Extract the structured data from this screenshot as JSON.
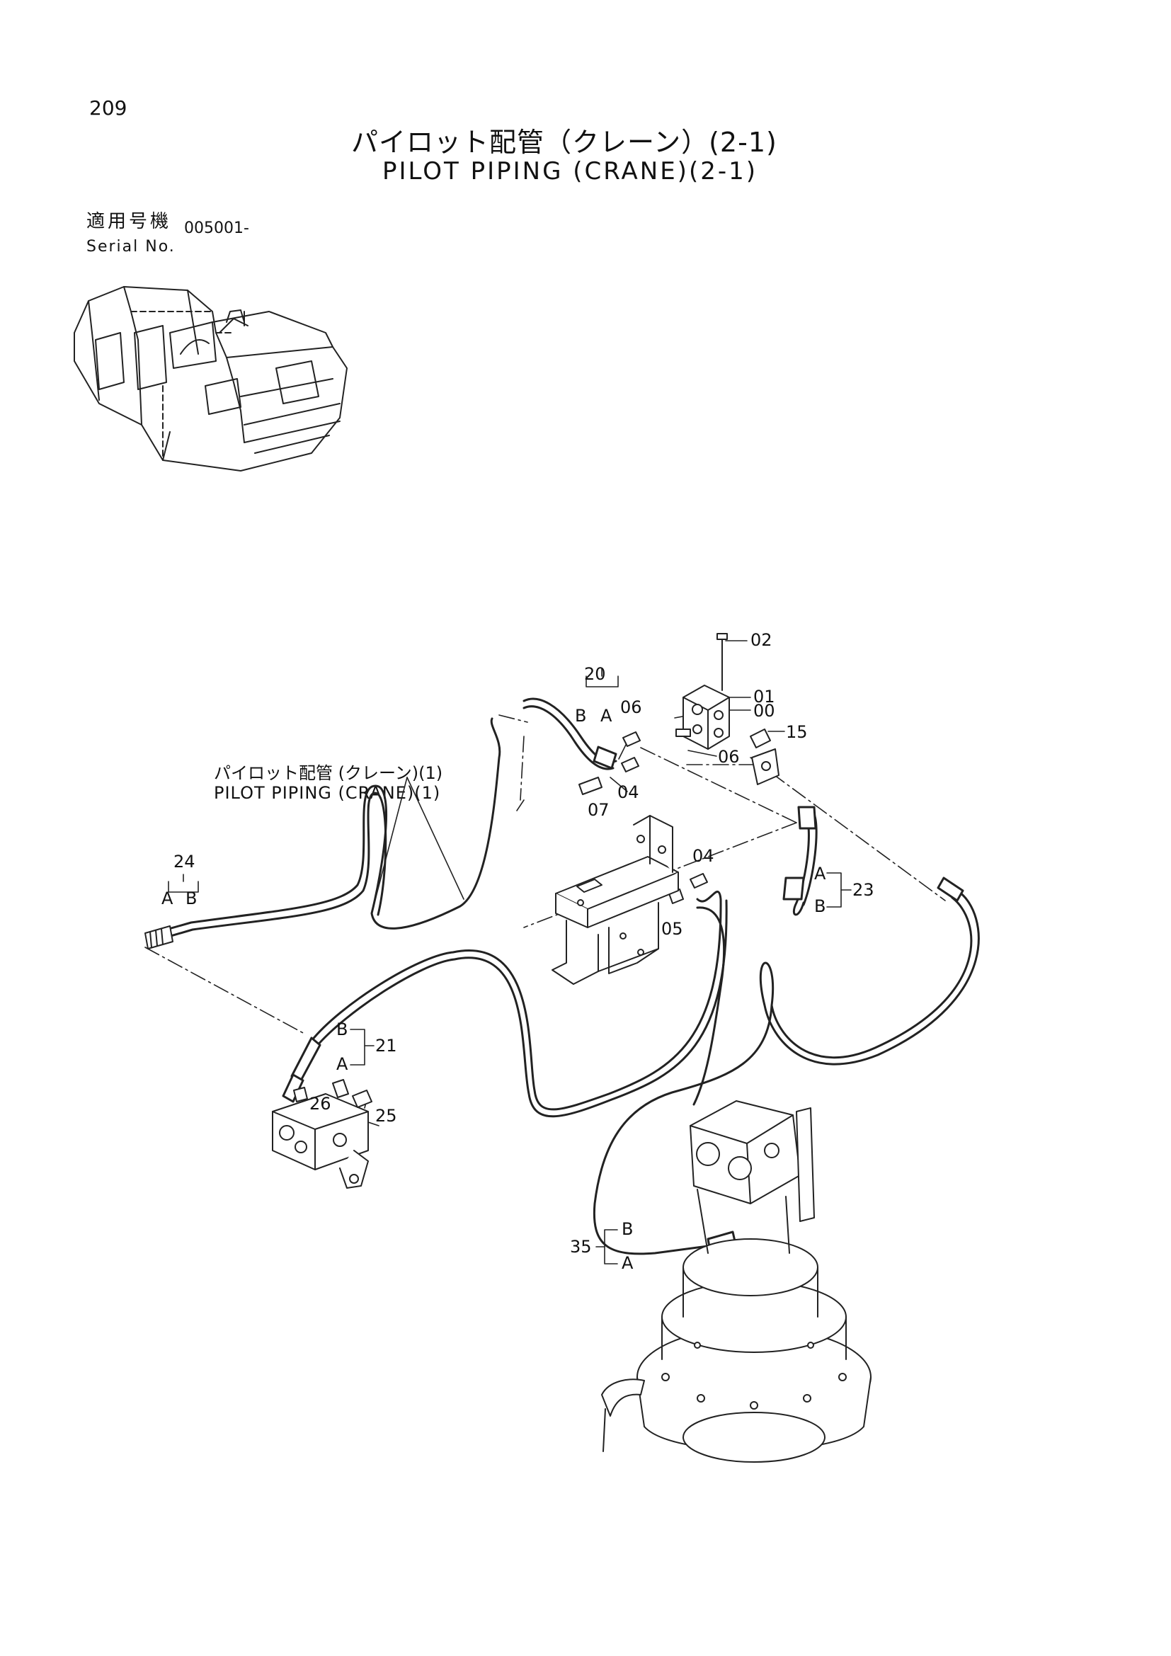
{
  "page": {
    "number": "209",
    "title_jp": "パイロット配管（クレーン）(2-1)",
    "title_en": "PILOT PIPING (CRANE)(2-1)",
    "serial_label_jp": "適用号機",
    "serial_label_en": "Serial No.",
    "serial_value": "005001-"
  },
  "reference": {
    "jp": "パイロット配管 (クレーン)(1)",
    "en": "PILOT  PIPING (CRANE)(1)"
  },
  "callouts": {
    "p02": "02",
    "p01": "01",
    "p00": "00",
    "p15": "15",
    "p06a": "06",
    "p06b": "06",
    "p20": "20",
    "p20b": "B",
    "p20a": "A",
    "p04a": "04",
    "p07": "07",
    "p04b": "04",
    "p05": "05",
    "p23": "23",
    "p23a": "A",
    "p23b": "B",
    "p24": "24",
    "p24a": "A",
    "p24b": "B",
    "p21": "21",
    "p21b": "B",
    "p21a": "A",
    "p26": "26",
    "p25": "25",
    "p35": "35",
    "p35b": "B",
    "p35a": "A"
  }
}
